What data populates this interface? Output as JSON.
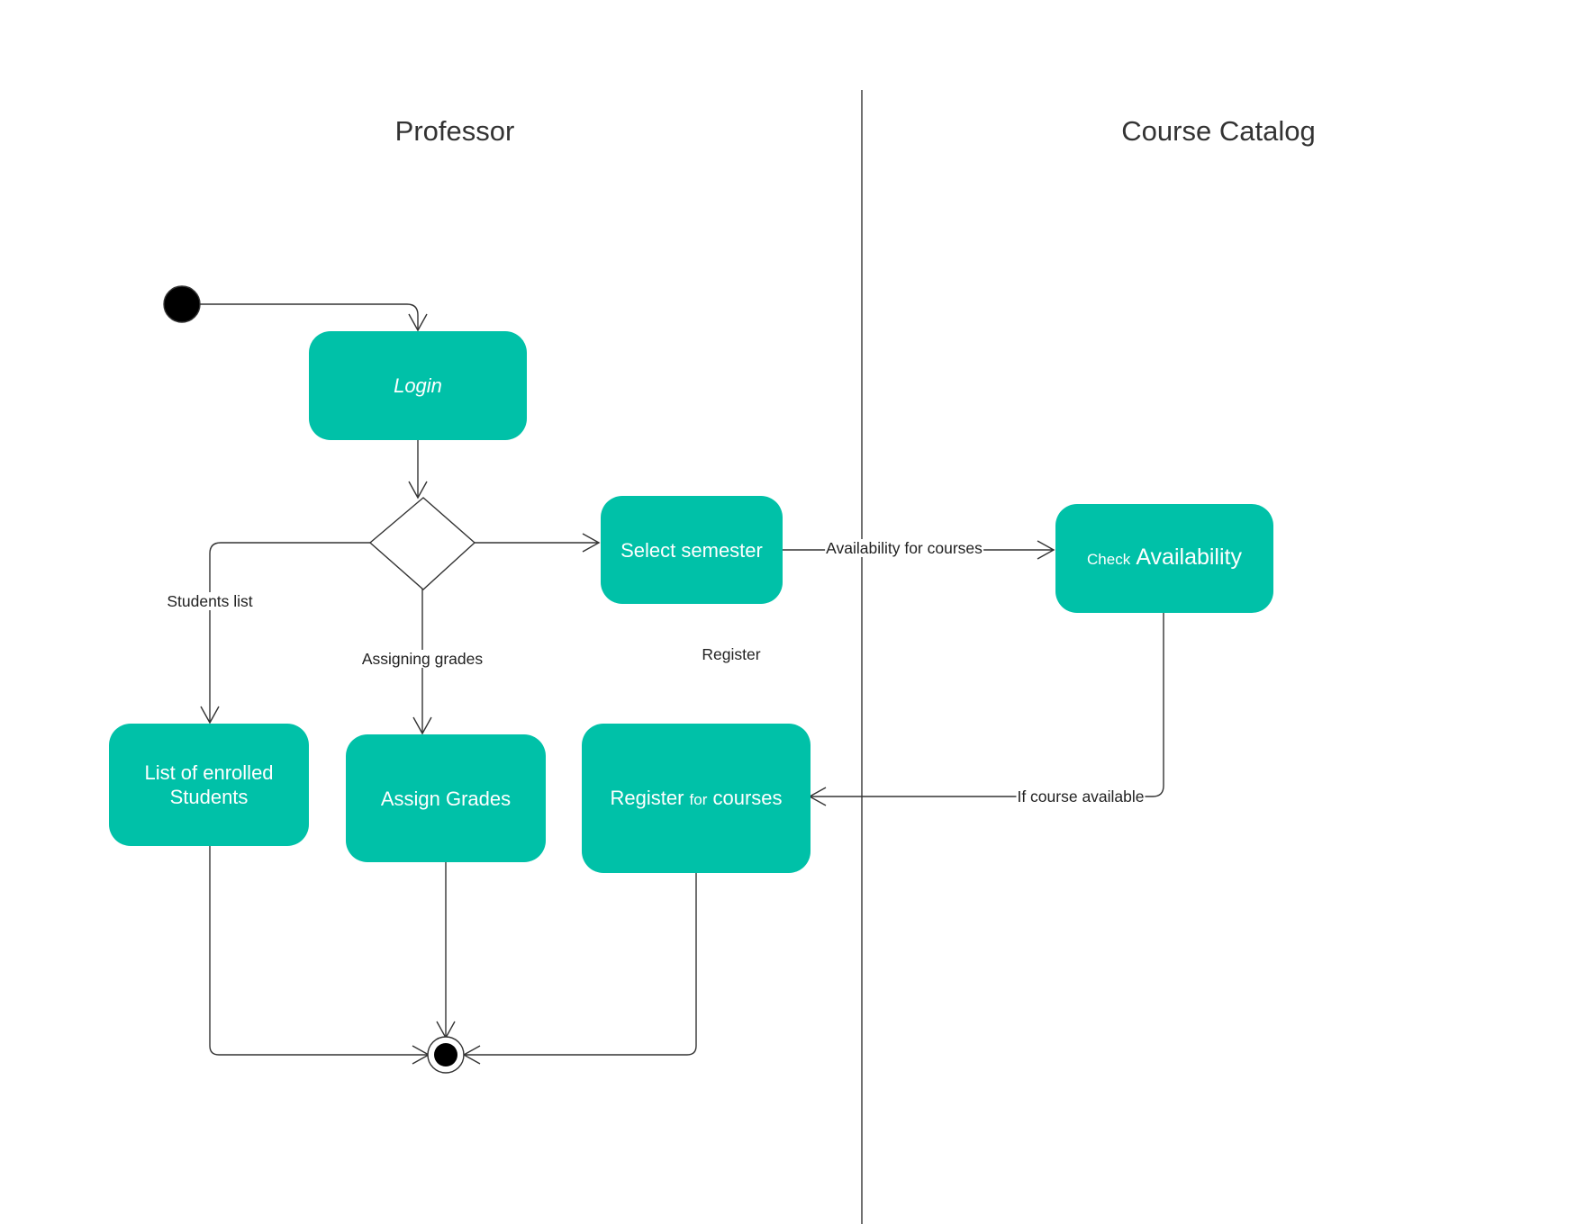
{
  "lanes": {
    "professor": "Professor",
    "course_catalog": "Course Catalog"
  },
  "nodes": {
    "login": "Login",
    "select_semester": "Select semester",
    "check_availability": {
      "prefix": "Check",
      "main": "Availability"
    },
    "list_students": {
      "line1": "List of enrolled",
      "line2": "Students"
    },
    "assign_grades": "Assign Grades",
    "register_courses": {
      "part1": "Register",
      "part2": "for",
      "part3": "courses"
    }
  },
  "edge_labels": {
    "students_list": "Students list",
    "assigning_grades": "Assigning grades",
    "register": "Register",
    "availability": "Availability for courses",
    "if_available": "If course available"
  },
  "colors": {
    "node_fill": "#00c1a8",
    "node_text": "#ffffff",
    "line": "#333333"
  }
}
